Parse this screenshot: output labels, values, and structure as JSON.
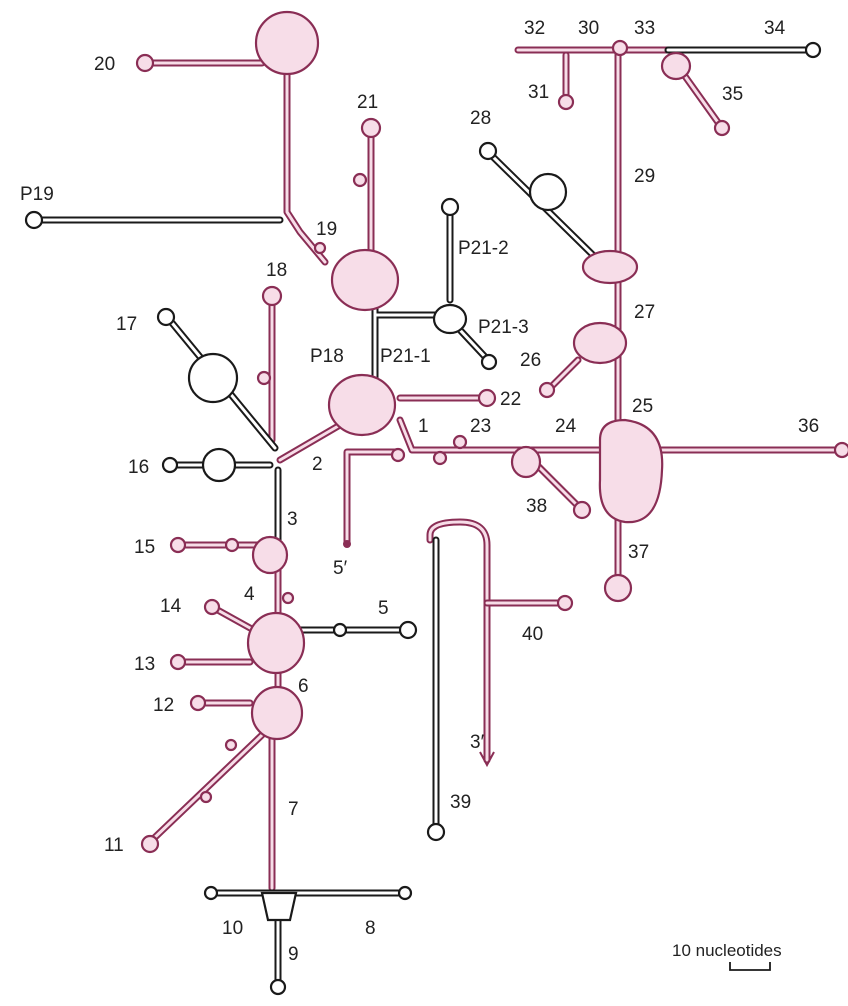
{
  "colors": {
    "pink_stroke": "#8a2e55",
    "pink_fill": "#f7dde8",
    "black": "#1a1a1a"
  },
  "labels": {
    "h1": "1",
    "h2": "2",
    "h3": "3",
    "h4": "4",
    "h5": "5",
    "h6": "6",
    "h7": "7",
    "h8": "8",
    "h9": "9",
    "h10": "10",
    "h11": "11",
    "h12": "12",
    "h13": "13",
    "h14": "14",
    "h15": "15",
    "h16": "16",
    "h17": "17",
    "h18": "18",
    "h19": "19",
    "h20": "20",
    "h21": "21",
    "h22": "22",
    "h23": "23",
    "h24": "24",
    "h25": "25",
    "h26": "26",
    "h27": "27",
    "h28": "28",
    "h29": "29",
    "h30": "30",
    "h31": "31",
    "h32": "32",
    "h33": "33",
    "h34": "34",
    "h35": "35",
    "h36": "36",
    "h37": "37",
    "h38": "38",
    "h39": "39",
    "h40": "40",
    "p18": "P18",
    "p19": "P19",
    "p21_1": "P21-1",
    "p21_2": "P21-2",
    "p21_3": "P21-3",
    "five_prime": "5′",
    "three_prime": "3′"
  },
  "scale_bar": {
    "label": "10 nucleotides"
  }
}
